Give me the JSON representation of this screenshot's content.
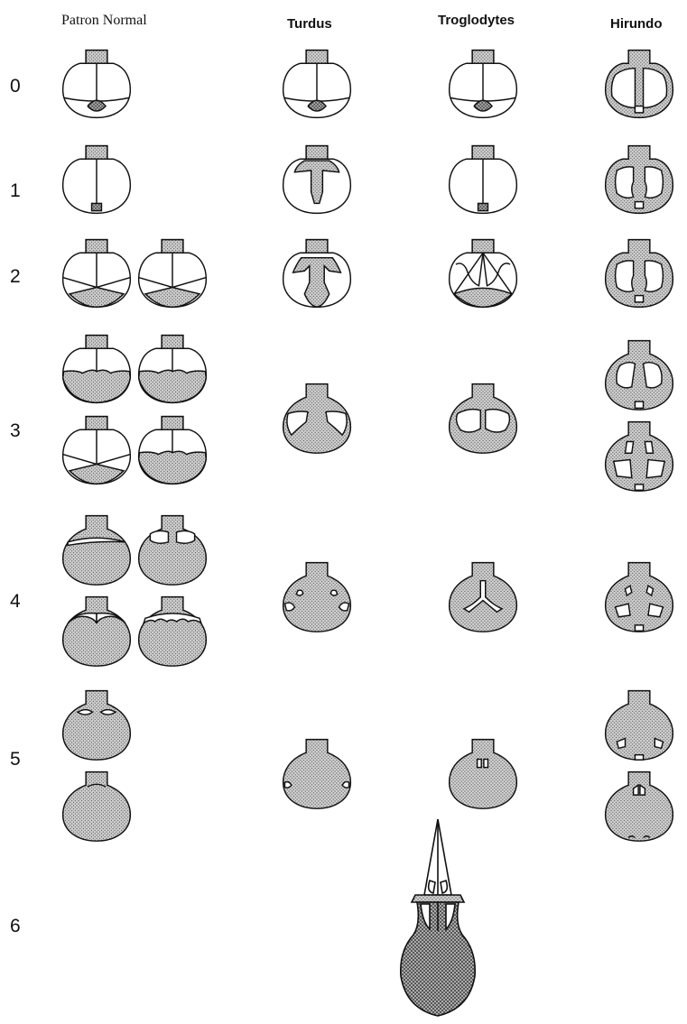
{
  "columns": [
    "Patron Normal",
    "Turdus",
    "Troglodytes",
    "Hirundo"
  ],
  "rows": [
    "0",
    "1",
    "2",
    "3",
    "4",
    "5",
    "6"
  ],
  "colors": {
    "stroke": "#111111",
    "stipple": "#c9c9c9",
    "ink": "#111111"
  }
}
